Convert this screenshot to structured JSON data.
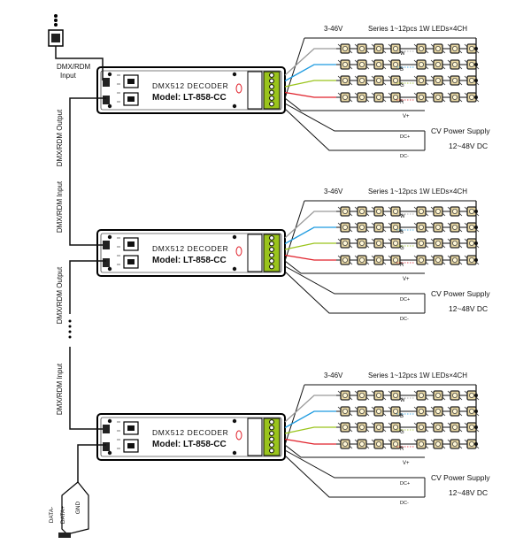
{
  "labels": {
    "dmx_rdm_input_top": [
      "DMX/RDM",
      "Input"
    ],
    "dmx_rdm_output": "DMX/RDM Output",
    "dmx_rdm_input": "DMX/RDM Input",
    "xlr_pins": [
      "DATA-",
      "DATA+",
      "GND"
    ]
  },
  "decoder": {
    "name": "DMX512 DECODER",
    "model": "Model: LT-858-CC"
  },
  "strip": {
    "voltage": "3-46V",
    "series": "Series 1~12pcs 1W LEDs×4CH",
    "channels": [
      {
        "label": "W",
        "color": "#9a9a9a"
      },
      {
        "label": "B",
        "color": "#1e9be0"
      },
      {
        "label": "G",
        "color": "#9ac41c"
      },
      {
        "label": "R",
        "color": "#e0202a"
      }
    ],
    "leds_per_row": 8
  },
  "power": {
    "vplus": "V+",
    "dcplus": "DC+",
    "dcminus": "DC-",
    "supply": "CV Power Supply",
    "range": "12~48V DC"
  },
  "colors": {
    "line": "#111111",
    "led_body": "#e8d7a3",
    "led_outline": "#222222"
  }
}
